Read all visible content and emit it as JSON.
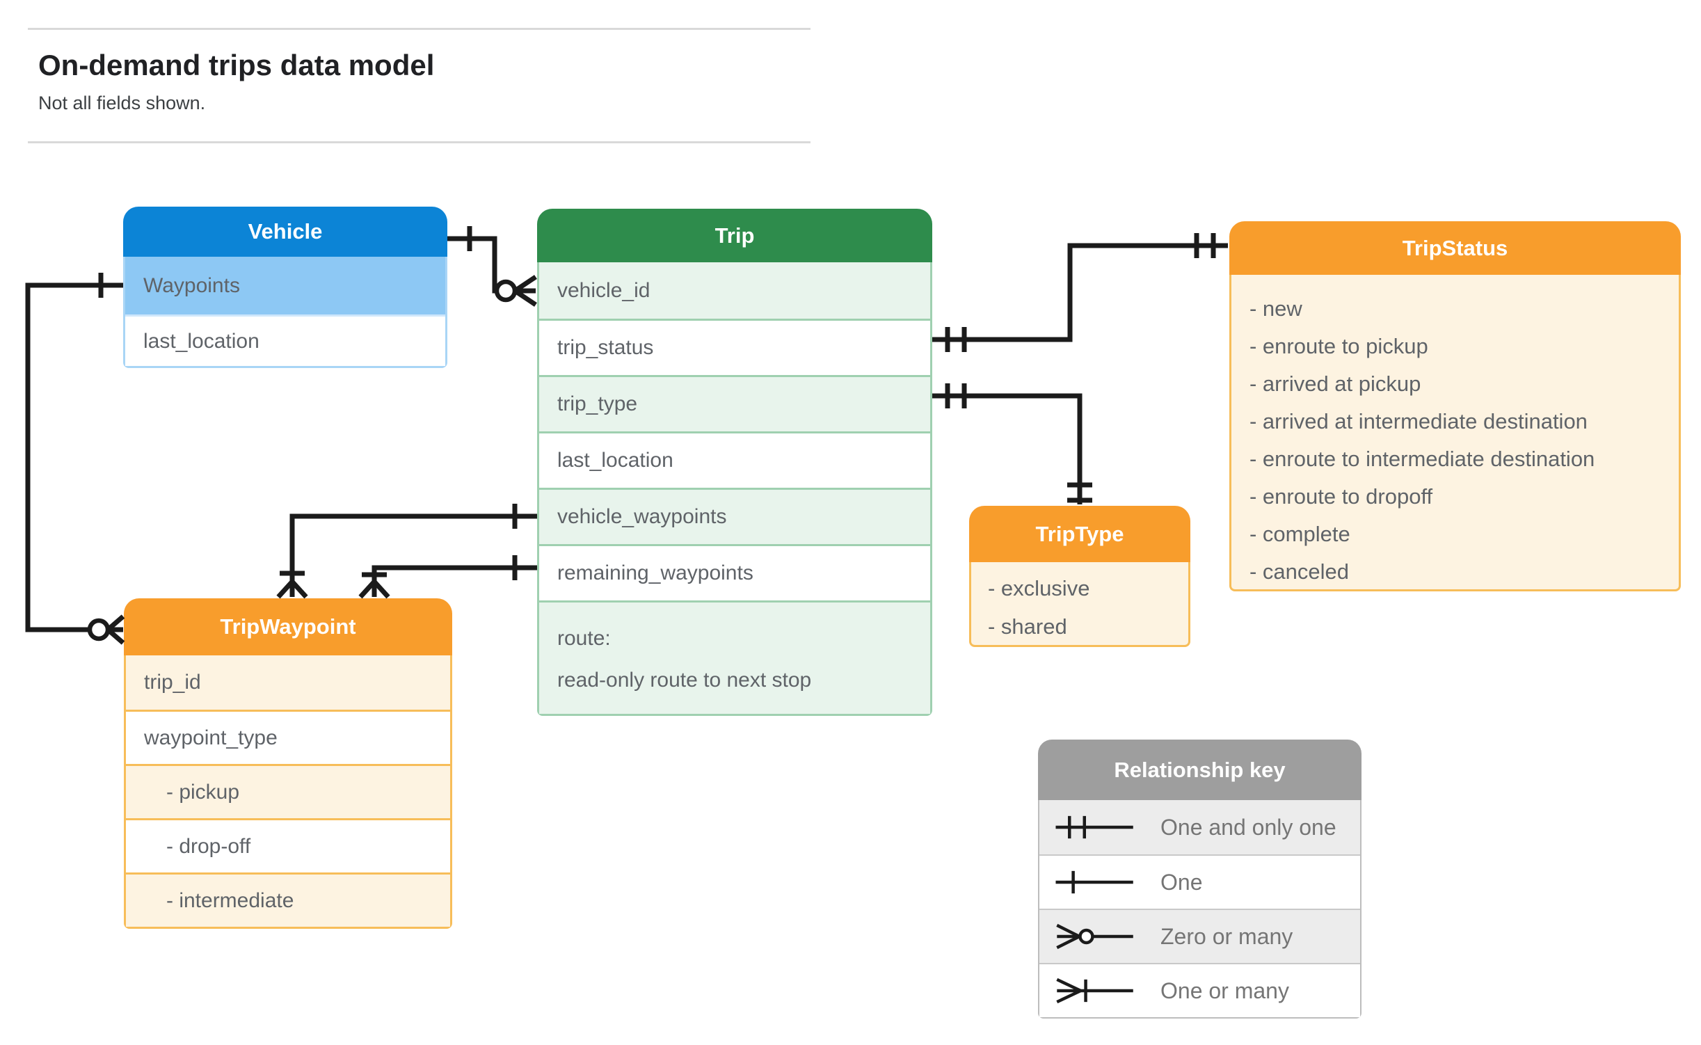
{
  "page": {
    "title": "On-demand trips data model",
    "subtitle": "Not all fields shown."
  },
  "entities": {
    "vehicle": {
      "title": "Vehicle",
      "rows": [
        "Waypoints",
        "last_location"
      ]
    },
    "trip": {
      "title": "Trip",
      "rows": [
        "vehicle_id",
        "trip_status",
        "trip_type",
        "last_location",
        "vehicle_waypoints",
        "remaining_waypoints"
      ],
      "route_label": "route:",
      "route_desc": "read-only route to next stop"
    },
    "tripStatus": {
      "title": "TripStatus",
      "items": [
        "- new",
        "- enroute to pickup",
        "- arrived at pickup",
        "- arrived at intermediate destination",
        "- enroute to intermediate destination",
        "- enroute to dropoff",
        "- complete",
        "- canceled"
      ]
    },
    "tripType": {
      "title": "TripType",
      "items": [
        "- exclusive",
        "- shared"
      ]
    },
    "tripWaypoint": {
      "title": "TripWaypoint",
      "rows": [
        "trip_id",
        "waypoint_type",
        "- pickup",
        "- drop-off",
        "- intermediate"
      ]
    }
  },
  "legend": {
    "title": "Relationship key",
    "items": [
      {
        "symbol": "one-and-only-one",
        "label": "One and only one"
      },
      {
        "symbol": "one",
        "label": "One"
      },
      {
        "symbol": "zero-or-many",
        "label": "Zero or many"
      },
      {
        "symbol": "one-or-many",
        "label": "One or many"
      }
    ]
  },
  "colors": {
    "vehicle_header": "#0c84d6",
    "vehicle_field_highlight": "#8dc8f4",
    "trip_header": "#2e8c4c",
    "trip_row_tint": "#e8f4ec",
    "orange_header": "#f89d2c",
    "orange_row_tint": "#fdf3e1",
    "legend_header": "#9e9e9e",
    "legend_row_tint": "#ececec",
    "field_text": "#5f6368",
    "connector": "#1b1b1b"
  }
}
